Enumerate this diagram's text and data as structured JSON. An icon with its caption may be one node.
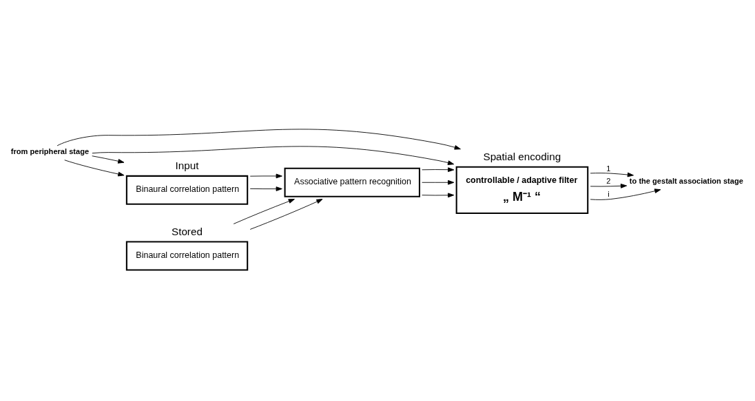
{
  "diagram": {
    "nodes": [
      {
        "text": [
          "from peripheral stage"
        ]
      },
      {
        "text": [
          "Spatial encoding",
          "controllable / adaptive filter",
          "„ M⁻¹ “"
        ]
      },
      {
        "text": [
          "to the gestalt association stage"
        ]
      },
      {
        "text": [
          "Input",
          "Binaural correlation pattern"
        ]
      },
      {
        "text": [
          "Associative pattern recognition"
        ]
      },
      {
        "text": [
          "Stored",
          "Binaural correlation pattern"
        ]
      }
    ],
    "edges": [
      {
        "from": 0,
        "to": 1,
        "arrow": "to"
      },
      {
        "from": 0,
        "to": 1,
        "arrow": "to"
      },
      {
        "from": 0,
        "to": 3,
        "arrow": "to"
      },
      {
        "from": 0,
        "to": 3,
        "arrow": "to"
      },
      {
        "from": 1,
        "to": 2,
        "arrow": "to",
        "label": "1"
      },
      {
        "from": 1,
        "to": 2,
        "arrow": "to",
        "label": "2"
      },
      {
        "from": 1,
        "to": 2,
        "arrow": "to",
        "label": "i"
      },
      {
        "from": 4,
        "to": 1,
        "arrow": "to"
      },
      {
        "from": 4,
        "to": 1,
        "arrow": "to"
      },
      {
        "from": 4,
        "to": 1,
        "arrow": "to"
      },
      {
        "from": 3,
        "to": 4,
        "arrow": "to"
      },
      {
        "from": 3,
        "to": 4,
        "arrow": "to"
      },
      {
        "from": 5,
        "to": 4,
        "arrow": "to"
      },
      {
        "from": 5,
        "to": 4,
        "arrow": "to"
      }
    ]
  }
}
